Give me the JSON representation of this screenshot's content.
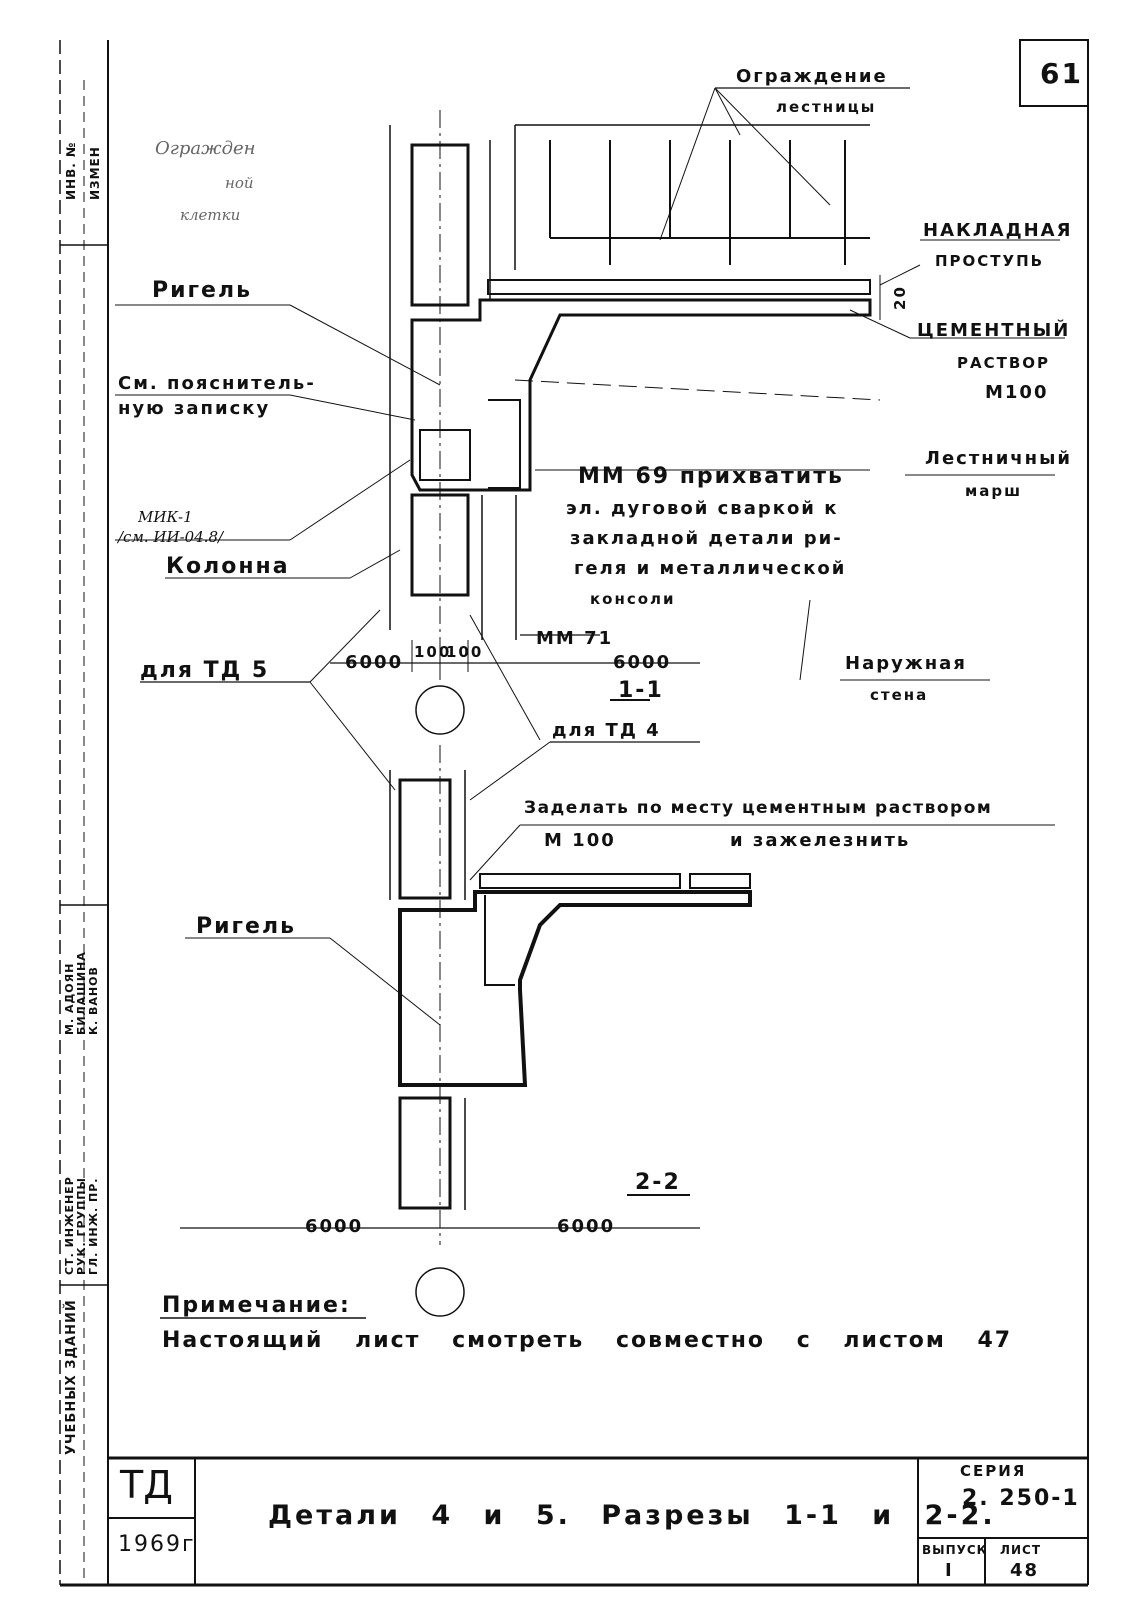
{
  "sheet": {
    "corner_number": "61",
    "year": "1969г",
    "td_mark": "ТД",
    "title": "Детали 4 и 5. Разрезы 1-1 и 2-2.",
    "series_label": "СЕРИЯ",
    "series_value": "2. 250-1",
    "issue_label": "ВЫПУСК",
    "issue_value": "I",
    "sheet_label": "ЛИСТ",
    "sheet_value": "48"
  },
  "margin": {
    "vertical_text": "УЧЕБНЫХ ЗДАНИЙ",
    "inv_no": "ИНВ. №",
    "izm": "ИЗМЕН",
    "roles": [
      "СТ. ИНЖЕНЕР",
      "РУК. ГРУППЫ",
      "ГЛ. ИНЖ. ПР."
    ],
    "names": [
      "М. АДОЯН",
      "БИЛАШИНА",
      "К. ВАНОВ"
    ]
  },
  "section_1": {
    "label_ograzhdenie_1": "Ограждение",
    "label_ograzhdenie_2": "лестницы",
    "label_ograzh_left_1": "Огражден",
    "label_ograzh_left_2": "ной",
    "label_ograzh_left_3": "клетки",
    "label_nakladnaya_1": "НАКЛАДНАЯ",
    "label_nakladnaya_2": "ПРОСТУПЬ",
    "label_dim_20": "20",
    "label_cement_1": "ЦЕМЕНТНЫЙ",
    "label_cement_2": "РАСТВОР",
    "label_cement_3": "М100",
    "label_rigel": "Ригель",
    "label_see_note_1": "См. пояснитель-",
    "label_see_note_2": "ную записку",
    "label_mm69_1": "ММ 69 прихватить",
    "label_mm69_2": "эл. дуговой сваркой к",
    "label_mm69_3": "закладной детали ри-",
    "label_mm69_4": "геля и металлической",
    "label_mm69_5": "консоли",
    "label_marsh_1": "Лестничный",
    "label_marsh_2": "марш",
    "label_mik_1": "МИК-1",
    "label_mik_2": "/см. ИИ-04.8/",
    "label_kolonna": "Колонна",
    "label_mm71": "ММ 71",
    "label_dla_td5": "для ТД 5",
    "label_dim_6000_left": "6000",
    "label_dim_100_a": "100",
    "label_dim_100_b": "100",
    "label_dim_6000_right": "6000",
    "label_section": "1-1",
    "label_wall_1": "Наружная",
    "label_wall_2": "стена"
  },
  "section_2": {
    "label_dla_td4": "для ТД 4",
    "label_zadelat_1": "Заделать по месту цементным раствором",
    "label_zadelat_2": "М 100",
    "label_zadelat_3": "и зажелезнить",
    "label_rigel": "Ригель",
    "label_section": "2-2",
    "label_dim_6000_left": "6000",
    "label_dim_6000_right": "6000"
  },
  "note": {
    "heading": "Примечание:",
    "text": "Настоящий лист смотреть совместно с листом 47"
  }
}
